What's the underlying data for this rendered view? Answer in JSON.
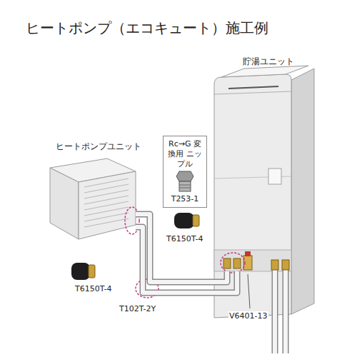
{
  "diagram": {
    "title": "ヒートポンプ（エコキュート）施工例",
    "nodes": [
      {
        "text": [
          "ヒートポンプユニット"
        ]
      },
      {
        "text": [
          "Rc→G 変換用 ニップル",
          "T253-1"
        ]
      },
      {
        "text": [
          "貯湯ユニット"
        ]
      }
    ],
    "edges": [
      {
        "from": 0,
        "to": 2,
        "arrow": "none"
      },
      {
        "from": 0,
        "to": 2,
        "arrow": "none"
      }
    ],
    "labels": [
      "T6150T-4",
      "T6150T-4",
      "T102T-2Y",
      "V6401-13"
    ]
  }
}
